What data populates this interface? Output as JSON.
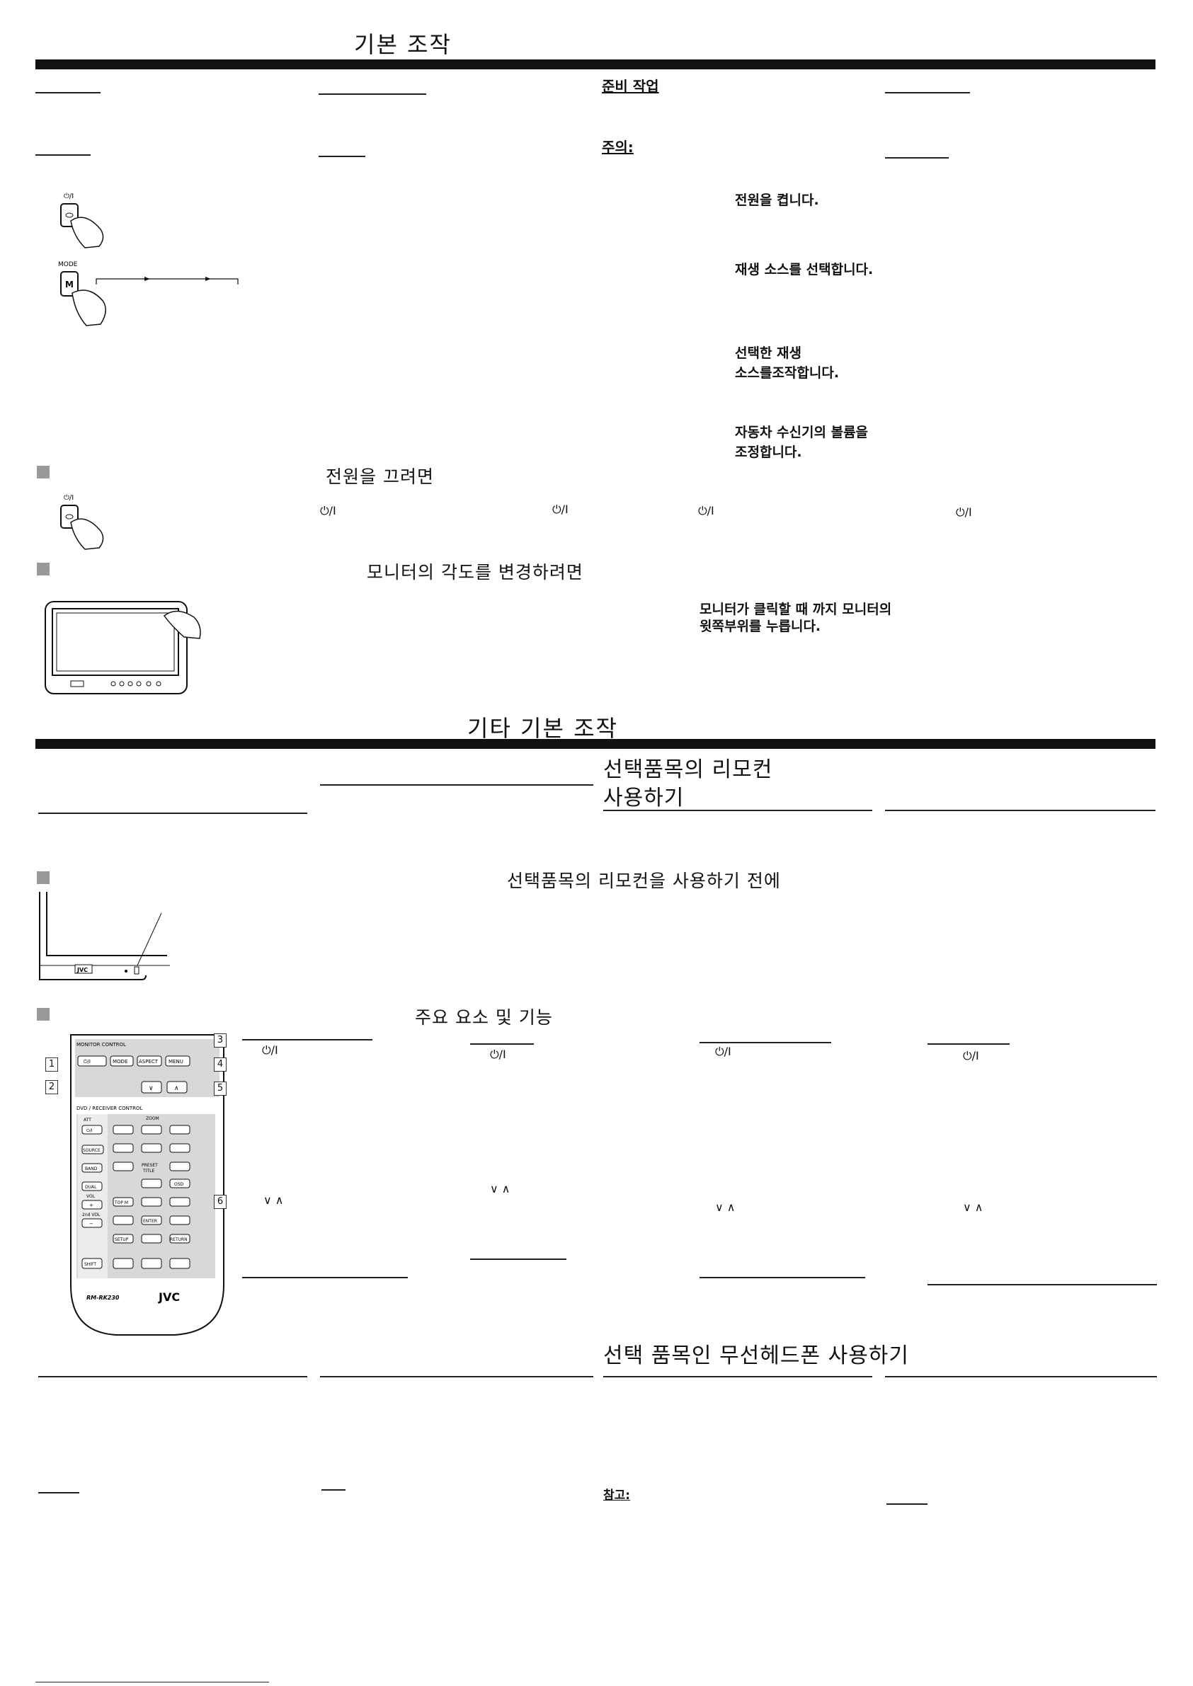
{
  "section1": {
    "title": "기본 조작",
    "prep_label": "준비 작업",
    "caution_label": "주의:",
    "steps": [
      "전원을 켭니다.",
      "재생 소스를 선택합니다.",
      "선택한 재생",
      "소스를조작합니다.",
      "자동차 수신기의 볼륨을",
      "조정합니다."
    ],
    "power_icon": "⏻/I",
    "mode_label": "MODE",
    "mode_key": "M"
  },
  "power_off": {
    "title": "전원을 끄려면",
    "symbols": [
      "⏻/I",
      "⏻/I",
      "⏻/I",
      "⏻/I"
    ]
  },
  "monitor_angle": {
    "title": "모니터의 각도를 변경하려면",
    "instruction_line1": "모니터가 클릭할 때 까지 모니터의",
    "instruction_line2": "윗쪽부위를 누릅니다."
  },
  "section2": {
    "title": "기타 기본 조작",
    "remote_heading_line1": "선택품목의 리모컨",
    "remote_heading_line2": "사용하기",
    "before_use_title": "선택품목의 리모컨을 사용하기 전에",
    "main_parts_title": "주요 요소 및 기능",
    "headphone_heading": "선택 품목인 무선헤드폰 사용하기",
    "note_label": "참고:",
    "symbols": [
      "⏻/I",
      "⏻/I",
      "⏻/I",
      "⏻/I",
      "∨ ∧",
      "∨ ∧",
      "∨ ∧",
      "∨ ∧"
    ]
  },
  "remote": {
    "monitor_control": "MONITOR CONTROL",
    "dvd_control": "DVD / RECEIVER CONTROL",
    "model": "RM-RK230",
    "brand": "JVC",
    "callouts": [
      "1",
      "2",
      "3",
      "4",
      "5",
      "6"
    ],
    "top_buttons": [
      "⏻/I",
      "MODE",
      "ASPECT",
      "MENU"
    ],
    "arrow_buttons": [
      "∨",
      "∧"
    ],
    "left_buttons": [
      "ATT",
      "⏻/I",
      "SOURCE",
      "BAND",
      "DUAL",
      "VOL",
      "+",
      "2nd VOL",
      "−",
      "SHIFT"
    ],
    "misc_labels": [
      "ZOOM",
      "PRESET",
      "TITLE",
      "TOP M",
      "ENTER",
      "SETUP",
      "RETURN",
      "OSD"
    ]
  },
  "monitor_brand": "JVC"
}
